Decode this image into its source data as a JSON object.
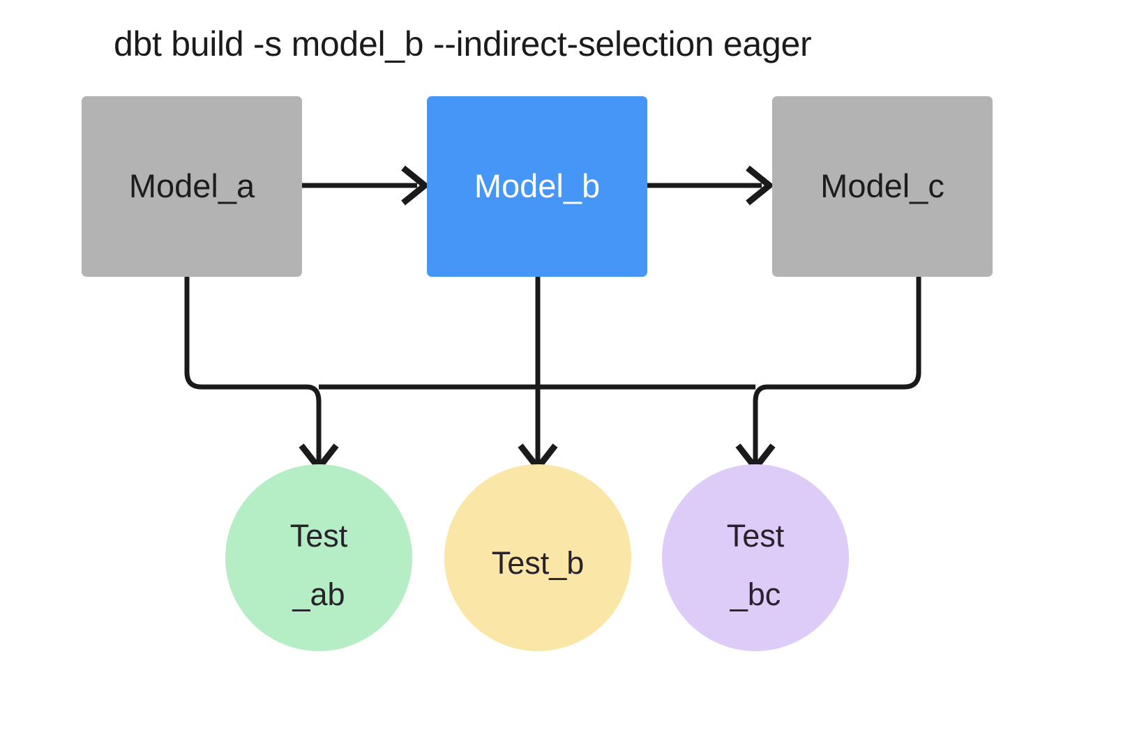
{
  "diagram": {
    "title": "dbt build -s model_b --indirect-selection eager",
    "background_color": "#ffffff",
    "edge_color": "#1a1a1a",
    "models": [
      {
        "id": "model_a",
        "label": "Model_a",
        "shape": "rectangle",
        "fill": "#b3b3b3",
        "text_color": "#1d1d1d",
        "selected": false
      },
      {
        "id": "model_b",
        "label": "Model_b",
        "shape": "rectangle",
        "fill": "#4596f6",
        "text_color": "#ffffff",
        "selected": true
      },
      {
        "id": "model_c",
        "label": "Model_c",
        "shape": "rectangle",
        "fill": "#b3b3b3",
        "text_color": "#1d1d1d",
        "selected": false
      }
    ],
    "tests": [
      {
        "id": "test_ab",
        "label_line1": "Test",
        "label_line2": "_ab",
        "shape": "circle",
        "fill": "#b5edc4",
        "text_color": "#27222c"
      },
      {
        "id": "test_b",
        "label_line1": "Test_b",
        "label_line2": "",
        "shape": "circle",
        "fill": "#fae7a8",
        "text_color": "#27222c"
      },
      {
        "id": "test_bc",
        "label_line1": "Test",
        "label_line2": "_bc",
        "shape": "circle",
        "fill": "#ddccf7",
        "text_color": "#27222c"
      }
    ],
    "edges": [
      {
        "from": "model_a",
        "to": "model_b",
        "style": "arrow"
      },
      {
        "from": "model_b",
        "to": "model_c",
        "style": "arrow"
      },
      {
        "from": "model_a",
        "to": "test_ab",
        "style": "arrow"
      },
      {
        "from": "model_b",
        "to": "test_ab",
        "style": "arrow"
      },
      {
        "from": "model_b",
        "to": "test_b",
        "style": "arrow"
      },
      {
        "from": "model_b",
        "to": "test_bc",
        "style": "arrow"
      },
      {
        "from": "model_c",
        "to": "test_bc",
        "style": "arrow"
      }
    ]
  }
}
